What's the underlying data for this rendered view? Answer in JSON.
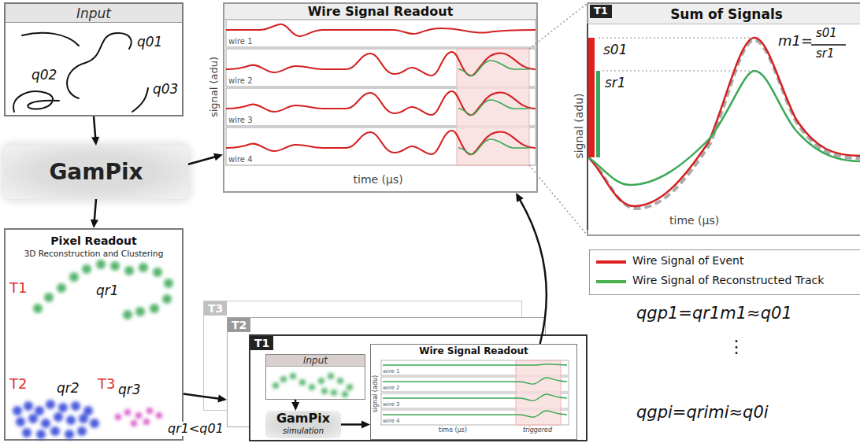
{
  "diagram": {
    "nodes": [
      {
        "text": [
          "Input"
        ]
      },
      {
        "text": [
          "GamPix"
        ]
      },
      {
        "text": [
          "Pixel Readout",
          "3D Reconstruction and Clustering"
        ]
      },
      {
        "text": [
          "Wire Signal Readout"
        ]
      },
      {
        "text": [
          "Sum of Signals"
        ]
      },
      {
        "text": [
          "T3"
        ]
      },
      {
        "text": [
          "T2"
        ]
      },
      {
        "text": [
          "T1"
        ]
      },
      {
        "text": [
          "Input"
        ],
        "in": 7
      },
      {
        "text": [
          "GamPix",
          "simulation"
        ],
        "in": 7
      },
      {
        "text": [
          "Wire Signal Readout"
        ],
        "in": 7
      }
    ],
    "edges": [
      {
        "from": 0,
        "to": 1,
        "arrow": "to"
      },
      {
        "from": 1,
        "to": 3,
        "arrow": "to"
      },
      {
        "from": 1,
        "to": 2,
        "arrow": "to"
      },
      {
        "from": 2,
        "to": 6,
        "arrow": "to"
      },
      {
        "from": 8,
        "to": 9,
        "arrow": "to"
      },
      {
        "from": 9,
        "to": 10,
        "arrow": "to"
      },
      {
        "from": 10,
        "to": 3,
        "arrow": "to"
      }
    ],
    "labels": [
      "q01",
      "q02",
      "q03",
      "T1",
      "qr1",
      "T2",
      "qr2",
      "T3",
      "qr3",
      "qr1<q01",
      "signal (adu)",
      "wire 1",
      "wire 2",
      "wire 3",
      "wire 4",
      "time (µs)",
      "T1",
      "s01",
      "sr1",
      "m1=",
      "s01",
      "sr1",
      "signal (adu)",
      "time (µs)",
      "signal (adu)",
      "wire 1",
      "wire 2",
      "wire 3",
      "wire 4",
      "time (µs)",
      "triggered",
      "qgp1=qr1m1≈q01",
      "⋮",
      "qgpi=qrimi≈q0i"
    ],
    "legend": [
      {
        "text": "Wire Signal of Event",
        "color": "#e02020"
      },
      {
        "text": "Wire Signal of Reconstructed Track",
        "color": "#4caf50"
      }
    ]
  }
}
